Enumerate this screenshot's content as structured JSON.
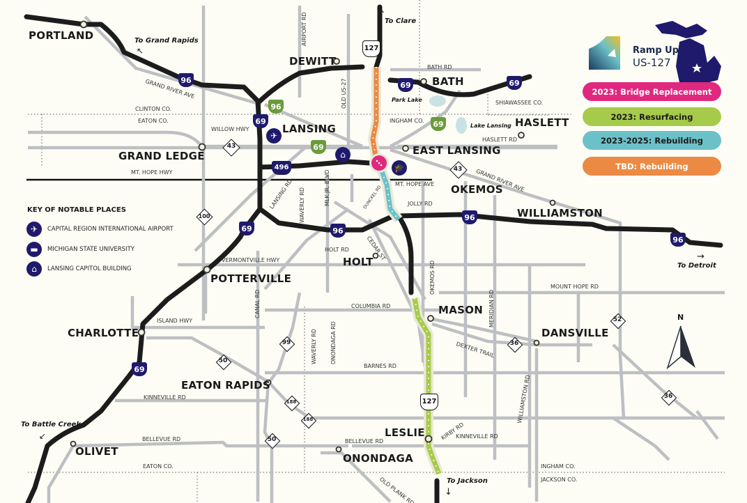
{
  "brand": {
    "title": "Ramp Up",
    "subtitle": "US-127"
  },
  "legend": [
    {
      "label": "2023: Bridge Replacement",
      "color": "#e0287f",
      "text_color": "#ffffff"
    },
    {
      "label": "2023: Resurfacing",
      "color": "#a6cb4a",
      "text_color": "#1a1a1a"
    },
    {
      "label": "2023-2025: Rebuilding",
      "color": "#6cc1c8",
      "text_color": "#1a1a1a"
    },
    {
      "label": "TBD: Rebuilding",
      "color": "#ec8a43",
      "text_color": "#ffffff"
    }
  ],
  "key": {
    "title": "KEY OF NOTABLE PLACES",
    "items": [
      {
        "label": "CAPITAL REGION INTERNATIONAL AIRPORT",
        "icon": "airplane-icon"
      },
      {
        "label": "MICHIGAN STATE UNIVERSITY",
        "icon": "graduation-cap-icon"
      },
      {
        "label": "LANSING CAPITOL BUILDING",
        "icon": "capitol-dome-icon"
      }
    ]
  },
  "cities": {
    "portland": "PORTLAND",
    "dewitt": "DEWITT",
    "bath": "BATH",
    "lansing": "LANSING",
    "haslett": "HASLETT",
    "grand_ledge": "GRAND LEDGE",
    "east_lansing": "EAST LANSING",
    "okemos": "OKEMOS",
    "williamston": "WILLIAMSTON",
    "holt": "HOLT",
    "potterville": "POTTERVILLE",
    "mason": "MASON",
    "dansville": "DANSVILLE",
    "charlotte": "CHARLOTTE",
    "eaton_rapids": "EATON RAPIDS",
    "leslie": "LESLIE",
    "olivet": "OLIVET",
    "onondaga": "ONONDAGA"
  },
  "directions": {
    "clare": "To Clare",
    "grand_rapids": "To Grand Rapids",
    "detroit": "To Detroit",
    "battle_creek": "To Battle Creek",
    "jackson": "To Jackson"
  },
  "roads": {
    "grand_river_w": "GRAND RIVER AVE",
    "grand_river_e": "GRAND RIVER AVE",
    "willow": "WILLOW HWY",
    "mt_hope_hwy": "MT. HOPE HWY",
    "bath_rd": "BATH RD",
    "haslett_rd": "HASLETT RD",
    "airport_rd": "AIRPORT RD",
    "old_us27": "OLD US-27",
    "mt_hope_ave": "MT. HOPE AVE",
    "jolly_rd": "JOLLY RD",
    "dunckel_rd": "DUNCKEL RD",
    "lansing_rd": "LANSING RD",
    "waverly_rd_n": "WAVERLY RD",
    "mlk": "MLK.JR. BLVD",
    "holt_rd": "HOLT RD",
    "cedar_st": "CEDAR ST",
    "vermontville": "VERMONTVILLE  HWY",
    "okemos_rd": "OKEMOS RD",
    "mount_hope_rd": "MOUNT HOPE RD",
    "columbia_rd": "COLUMBIA RD",
    "meridian_rd": "MERIDIAN RD",
    "island_hwy": "ISLAND HWY",
    "canal_rd": "CANAL RD",
    "dexter_trail": "DEXTER TRAIL",
    "waverly_rd_s": "WAVERLY RD",
    "onondaga_rd": "ONONDAGA RD",
    "barnes_rd": "BARNES RD",
    "kinneville_w": "KINNEVILLE RD",
    "williamston_rd": "WILLIAMSTON RD",
    "kirby_rd": "KIRBY RD",
    "kinneville_e": "KINNEVILLE RD",
    "bellevue_w": "BELLEVUE RD",
    "bellevue_e": "BELLEVUE RD",
    "old_plank": "OLD PLANK RD"
  },
  "counties": {
    "clinton": "CLINTON CO.",
    "eaton_n": "EATON CO.",
    "ingham_n": "INGHAM CO.",
    "shiawassee": "SHIAWASSEE CO.",
    "eaton_s": "EATON CO.",
    "ingham_s": "INGHAM CO.",
    "jackson": "JACKSON CO."
  },
  "water": {
    "park_lake": "Park Lake",
    "lake_lansing": "Lake Lansing"
  },
  "compass": {
    "label": "N"
  },
  "shields": {
    "i96": "96",
    "i69": "69",
    "i496": "496",
    "us127": "127",
    "m43": "43",
    "m100": "100",
    "m50": "50",
    "m99": "99",
    "m188": "188",
    "m36": "36",
    "m52": "52"
  }
}
